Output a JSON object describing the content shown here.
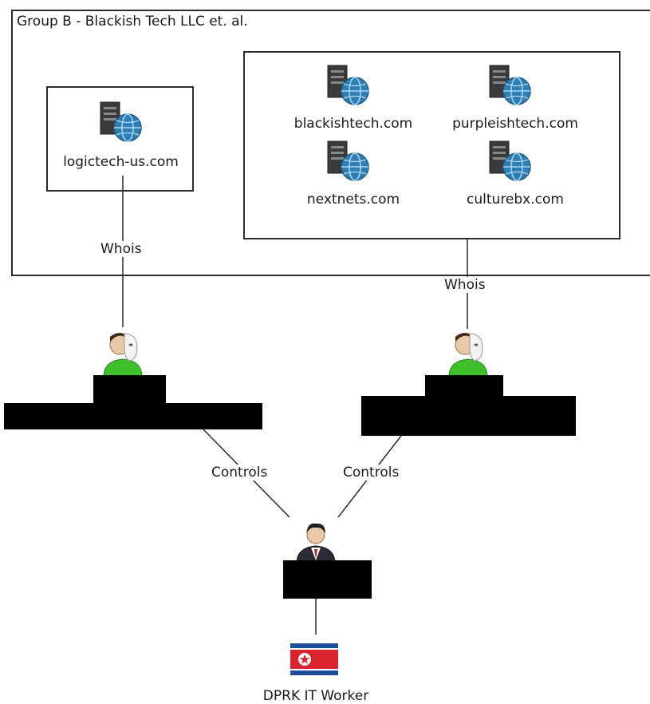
{
  "group_title": "Group B - Blackish Tech LLC et. al.",
  "nodes": {
    "logictech": "logictech-us.com",
    "blackishtech": "blackishtech.com",
    "purpleishtech": "purpleishtech.com",
    "nextnets": "nextnets.com",
    "culturebx": "culturebx.com",
    "dprk": "DPRK IT Worker"
  },
  "edges": {
    "whois_left": "Whois",
    "whois_right": "Whois",
    "controls_left": "Controls",
    "controls_right": "Controls"
  },
  "icons": {
    "server": "server-globe-icon",
    "masked_person": "masked-person-icon",
    "suit_person": "businessman-icon",
    "flag": "north-korea-flag-icon"
  },
  "colors": {
    "border": "#2b2b2b",
    "redaction": "#000000",
    "globe": "#2f7fb5",
    "person_green": "#3fbf2a",
    "flag_red": "#d9232e",
    "flag_blue": "#1f4e9e"
  }
}
